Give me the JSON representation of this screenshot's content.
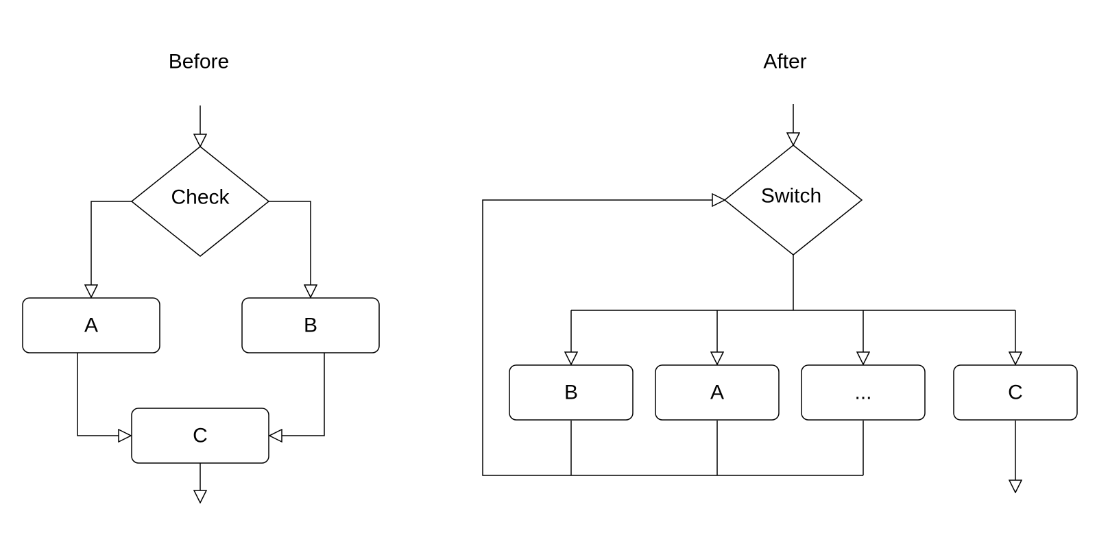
{
  "before": {
    "title": "Before",
    "decision": "Check",
    "boxes": [
      "A",
      "B",
      "C"
    ]
  },
  "after": {
    "title": "After",
    "decision": "Switch",
    "boxes": [
      "B",
      "A",
      "...",
      "C"
    ]
  }
}
